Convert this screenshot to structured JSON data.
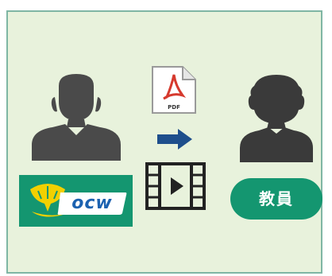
{
  "diagram": {
    "source_logo": {
      "text": "ocw",
      "colors": {
        "background": "#149670",
        "ginkgo": "#f2d000",
        "text": "#1c62b0"
      }
    },
    "file_icon": {
      "label": "PDF",
      "accent_color": "#d63a2e"
    },
    "video_icon": {
      "name": "film-strip-play-icon"
    },
    "arrow": {
      "direction": "right",
      "color": "#1e4f8c"
    },
    "recipient": {
      "label": "教員",
      "color": "#149670"
    },
    "colors": {
      "panel_background": "#e8f2dc",
      "panel_border": "#7fb6a4",
      "person": "#4a4a4a"
    }
  }
}
